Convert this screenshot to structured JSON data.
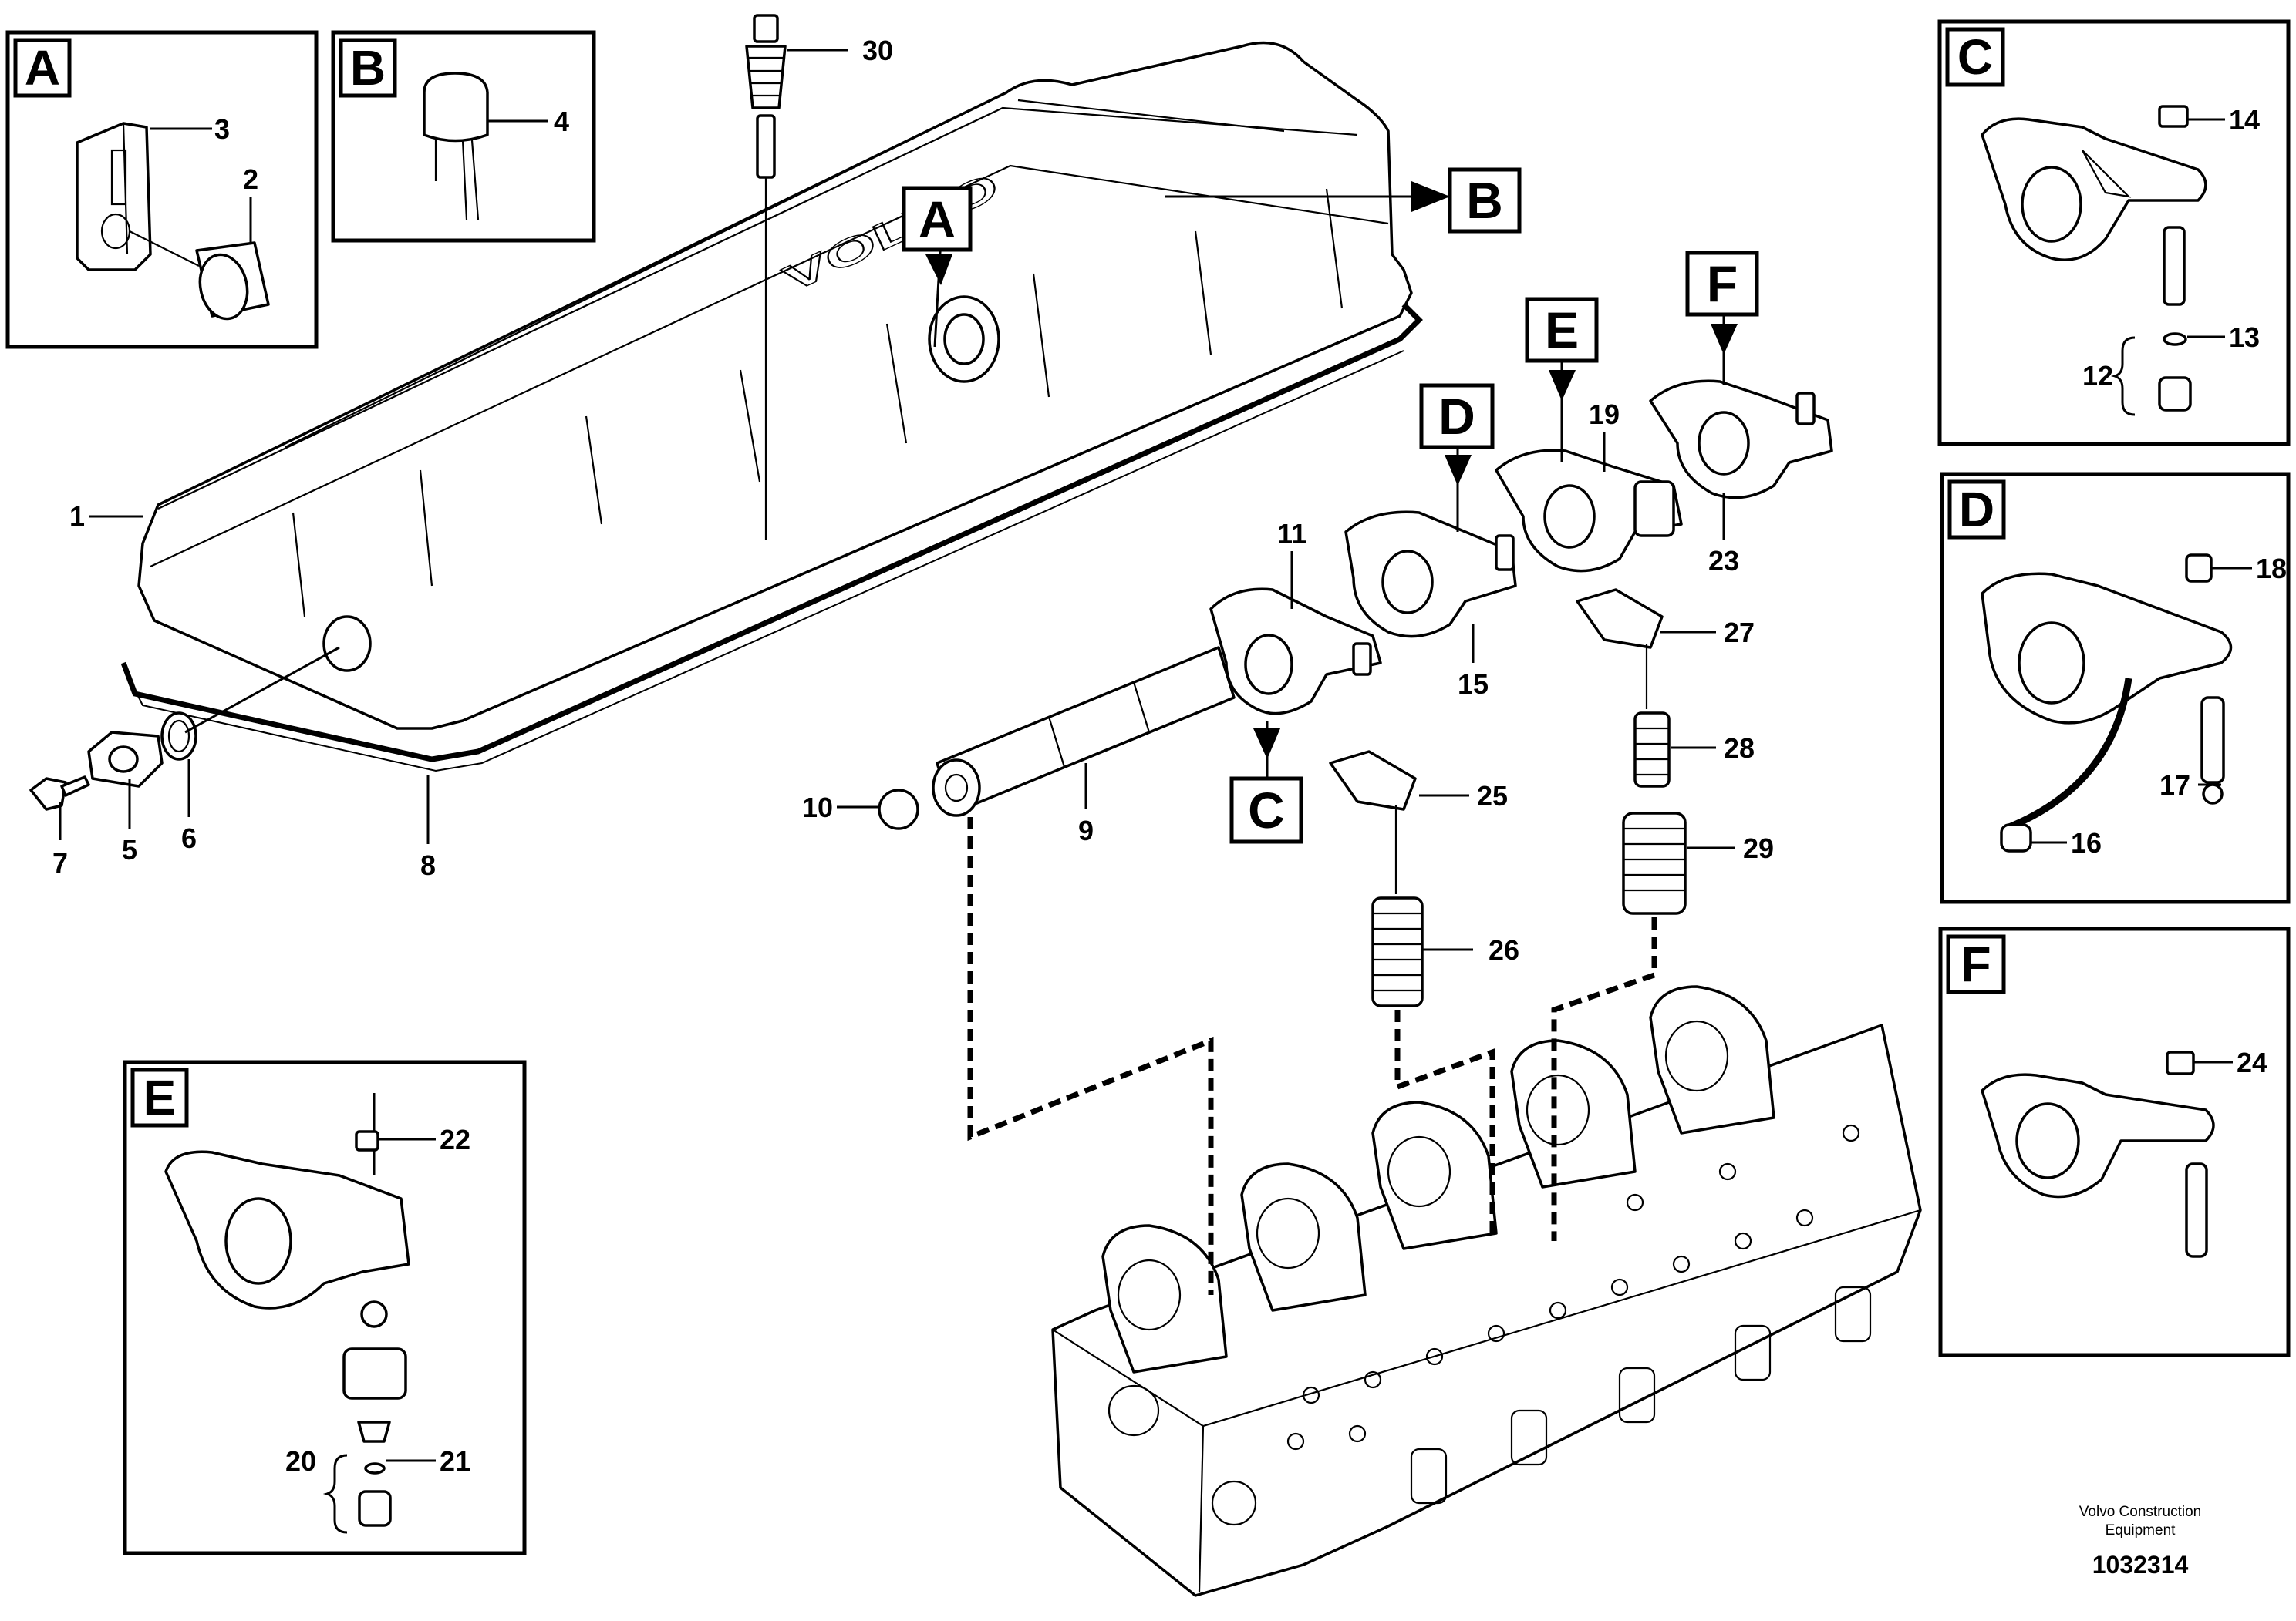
{
  "insets": [
    {
      "id": "A",
      "letter": "A"
    },
    {
      "id": "B",
      "letter": "B"
    },
    {
      "id": "C",
      "letter": "C"
    },
    {
      "id": "D",
      "letter": "D"
    },
    {
      "id": "F",
      "letter": "F"
    },
    {
      "id": "E",
      "letter": "E"
    }
  ],
  "callouts": [
    "A",
    "B",
    "C",
    "D",
    "E",
    "F"
  ],
  "part_numbers": [
    "1",
    "2",
    "3",
    "4",
    "5",
    "6",
    "7",
    "8",
    "9",
    "10",
    "11",
    "12",
    "13",
    "14",
    "15",
    "16",
    "17",
    "18",
    "19",
    "20",
    "21",
    "22",
    "23",
    "24",
    "25",
    "26",
    "27",
    "28",
    "29",
    "30"
  ],
  "cover_logo": "VOLVO",
  "footer": {
    "company_line1": "Volvo Construction",
    "company_line2": "Equipment",
    "drawing_number": "1032314"
  }
}
